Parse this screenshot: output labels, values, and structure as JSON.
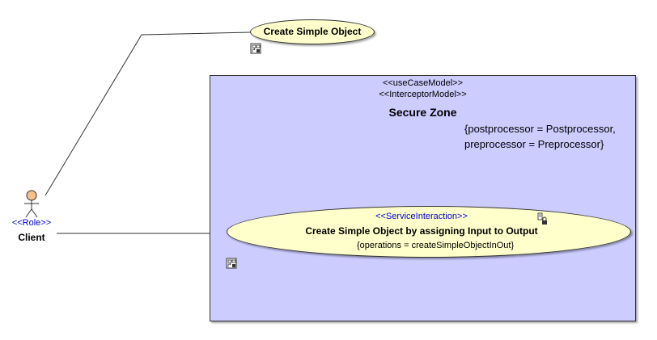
{
  "diagram": {
    "use_case_top": {
      "title": "Create Simple Object"
    },
    "boundary": {
      "stereotype_1": "<<useCaseModel>>",
      "stereotype_2": "<<InterceptorModel>>",
      "title": "Secure Zone",
      "constraint_line_1": "{postprocessor = Postprocessor,",
      "constraint_line_2": "preprocessor = Preprocessor}"
    },
    "use_case_inner": {
      "stereotype": "<<ServiceInteraction>>",
      "title": "Create Simple Object by assigning Input to Output",
      "constraint": "{operations = createSimpleObjectInOut}"
    },
    "actor": {
      "stereotype": "<<Role>>",
      "name": "Client"
    },
    "colors": {
      "use_case_fill": "#ffffcc",
      "boundary_fill": "#ccccff",
      "actor_head": "#f5c08a",
      "stereotype_blue": "#0000cc"
    },
    "icons": [
      "diagram-link-icon",
      "diagram-link-icon",
      "lock-icon",
      "actor-icon"
    ]
  }
}
